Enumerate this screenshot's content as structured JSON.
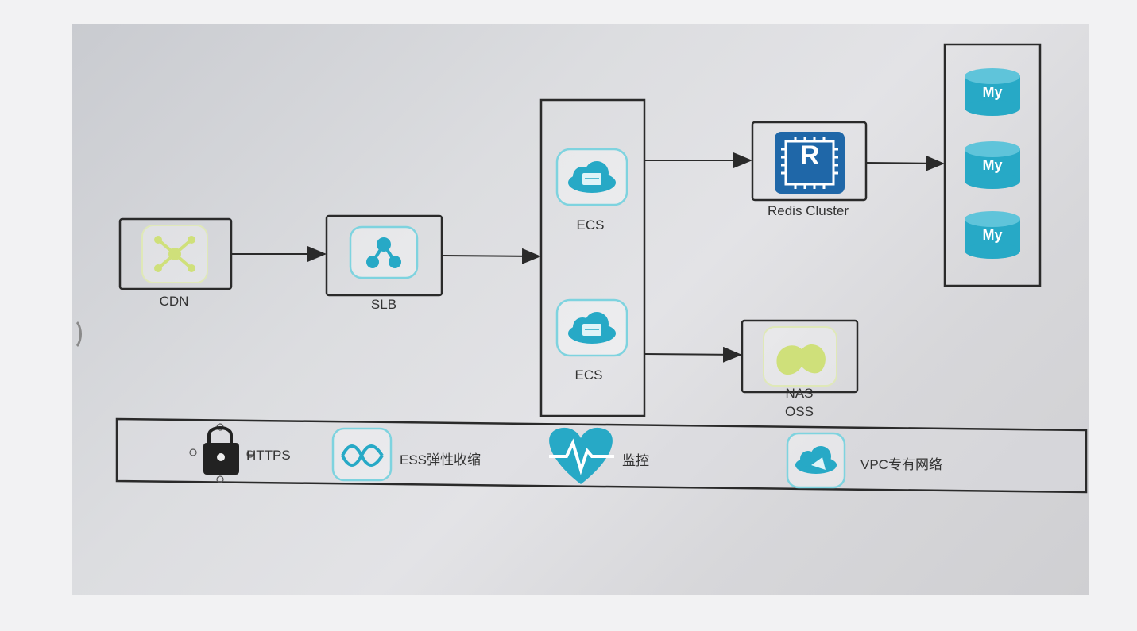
{
  "nodes": {
    "cdn": {
      "label": "CDN",
      "icon": "cdn-network-icon"
    },
    "slb": {
      "label": "SLB",
      "icon": "load-balancer-icon"
    },
    "ecs_top": {
      "label": "ECS",
      "icon": "cloud-server-icon"
    },
    "ecs_bottom": {
      "label": "ECS",
      "icon": "cloud-server-icon"
    },
    "redis": {
      "label": "Redis Cluster",
      "icon": "redis-chip-icon",
      "chip_letter": "R"
    },
    "nas_oss": {
      "label_line1": "NAS",
      "label_line2": "OSS",
      "icon": "storage-icon"
    },
    "mysql": {
      "icon": "mysql-database-icon",
      "badge": "My",
      "count": 3
    }
  },
  "services_bar": {
    "items": [
      {
        "label": "HTTPS",
        "icon": "lock-icon"
      },
      {
        "label": "ESS弹性收缩",
        "icon": "wave-icon"
      },
      {
        "label": "监控",
        "icon": "heart-monitor-icon"
      },
      {
        "label": "VPC专有网络",
        "icon": "vpc-cloud-icon"
      }
    ]
  },
  "colors": {
    "accent_teal": "#27a9c6",
    "accent_green": "#cfe07a",
    "redis_blue": "#1f67a8",
    "stroke": "#2a2a2a"
  }
}
